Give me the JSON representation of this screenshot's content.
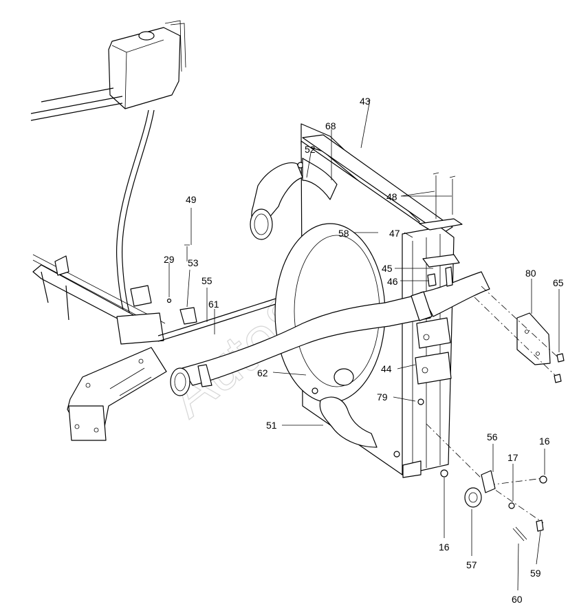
{
  "watermark": "AutoSoft",
  "callouts": {
    "c43": "43",
    "c68": "68",
    "c52": "52",
    "c48": "48",
    "c58": "58",
    "c47": "47",
    "c45": "45",
    "c46": "46",
    "c49": "49",
    "c29": "29",
    "c53": "53",
    "c55": "55",
    "c61": "61",
    "c80": "80",
    "c65": "65",
    "c44": "44",
    "c62": "62",
    "c79": "79",
    "c51": "51",
    "c56": "56",
    "c16a": "16",
    "c17": "17",
    "c16b": "16",
    "c57": "57",
    "c59": "59",
    "c60": "60"
  }
}
